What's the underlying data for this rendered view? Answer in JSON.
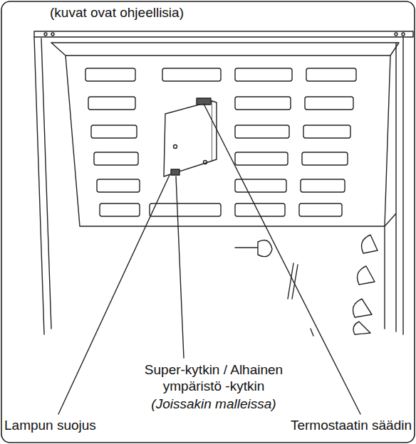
{
  "diagram": {
    "labels": [
      "(kuvat ovat ohjeellisia)",
      "Super-kytkin / Alhainen ympäristö -kytkin",
      "(Joissakin malleissa)",
      "Lampun suojus",
      "Termostaatin säädin"
    ]
  }
}
